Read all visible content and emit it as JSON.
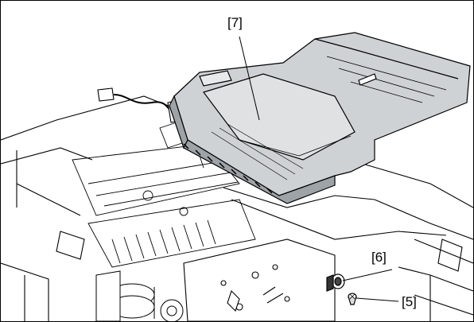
{
  "figure": {
    "callouts": [
      {
        "id": "c7",
        "label": "[7]"
      },
      {
        "id": "c6",
        "label": "[6]"
      },
      {
        "id": "c5",
        "label": "[5]"
      }
    ]
  },
  "colors": {
    "stroke": "#000000",
    "tray_fill": "#cfd2d5",
    "tray_shadow": "#9ea3a8",
    "background": "#ffffff"
  }
}
